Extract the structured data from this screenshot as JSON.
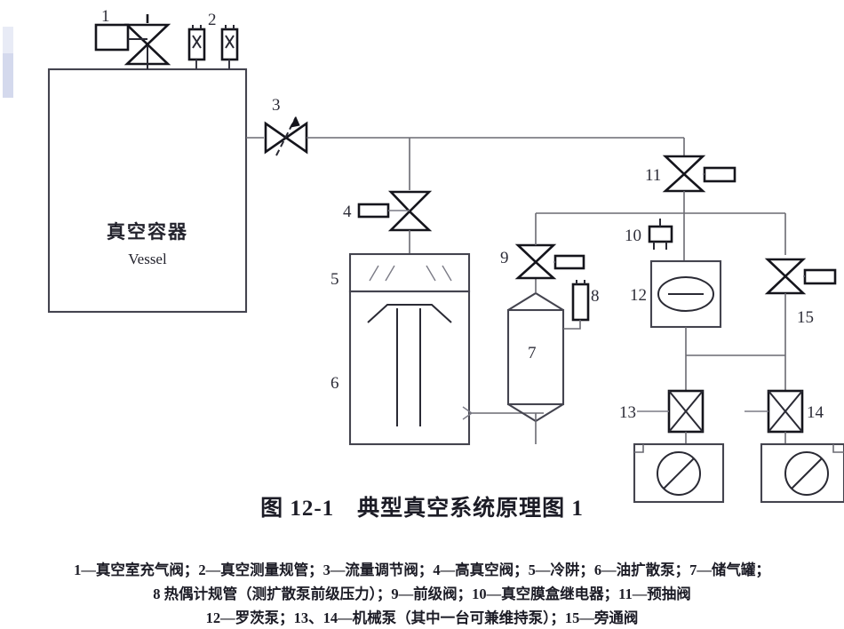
{
  "figure": {
    "title_number": "图 12-1",
    "title_text": "典型真空系统原理图 1",
    "vessel_label_cn": "真空容器",
    "vessel_label_en": "Vessel"
  },
  "components": [
    {
      "id": "1",
      "label": "1",
      "name": "真空室充气阀"
    },
    {
      "id": "2",
      "label": "2",
      "name": "真空测量规管"
    },
    {
      "id": "3",
      "label": "3",
      "name": "流量调节阀"
    },
    {
      "id": "4",
      "label": "4",
      "name": "高真空阀"
    },
    {
      "id": "5",
      "label": "5",
      "name": "冷阱"
    },
    {
      "id": "6",
      "label": "6",
      "name": "油扩散泵"
    },
    {
      "id": "7",
      "label": "7",
      "name": "储气罐"
    },
    {
      "id": "8",
      "label": "8",
      "name": "热偶计规管（测扩散泵前级压力）"
    },
    {
      "id": "9",
      "label": "9",
      "name": "前级阀"
    },
    {
      "id": "10",
      "label": "10",
      "name": "真空膜盒继电器"
    },
    {
      "id": "11",
      "label": "11",
      "name": "预抽阀"
    },
    {
      "id": "12",
      "label": "12",
      "name": "罗茨泵"
    },
    {
      "id": "13",
      "label": "13",
      "name": "机械泵"
    },
    {
      "id": "14",
      "label": "14",
      "name": "机械泵（其中一台可兼维持泵）"
    },
    {
      "id": "15",
      "label": "15",
      "name": "旁通阀"
    }
  ],
  "caption": {
    "line1": "1—真空室充气阀；2—真空测量规管；3—流量调节阀；4—高真空阀；5—冷阱；6—油扩散泵；7—储气罐；",
    "line2": "8  热偶计规管（测扩散泵前级压力）；9—前级阀；10—真空膜盒继电器；11—预抽阀",
    "line3": "12—罗茨泵；13、14—机械泵（其中一台可兼维持泵）；15—旁通阀"
  },
  "colors": {
    "background": "#ffffff",
    "pipe": "#6a6a72",
    "outline": "#44444f",
    "symbol": "#15151c",
    "text": "#1c1c26",
    "artifact": "#ccd2ea"
  }
}
